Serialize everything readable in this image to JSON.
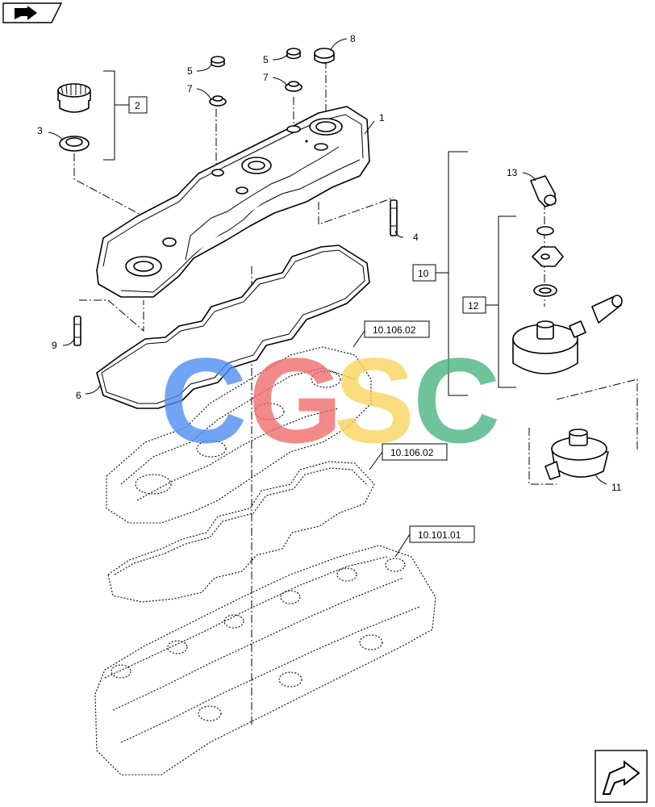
{
  "callouts": {
    "c1": "1",
    "c2": "2",
    "c3": "3",
    "c4": "4",
    "c5a": "5",
    "c5b": "5",
    "c6": "6",
    "c7a": "7",
    "c7b": "7",
    "c8": "8",
    "c9": "9",
    "c10": "10",
    "c11": "11",
    "c12": "12",
    "c13": "13"
  },
  "references": {
    "ref_a": "10.106.02",
    "ref_b": "10.106.02",
    "ref_c": "10.101.01"
  },
  "watermark": {
    "letters": [
      "C",
      "G",
      "S",
      "C"
    ],
    "colors": [
      "#4a8df0",
      "#f06a6a",
      "#f7d35a",
      "#47b37f"
    ]
  },
  "icons": {
    "top_left": "back-arrow-icon",
    "bottom_right": "next-page-arrow-icon"
  }
}
